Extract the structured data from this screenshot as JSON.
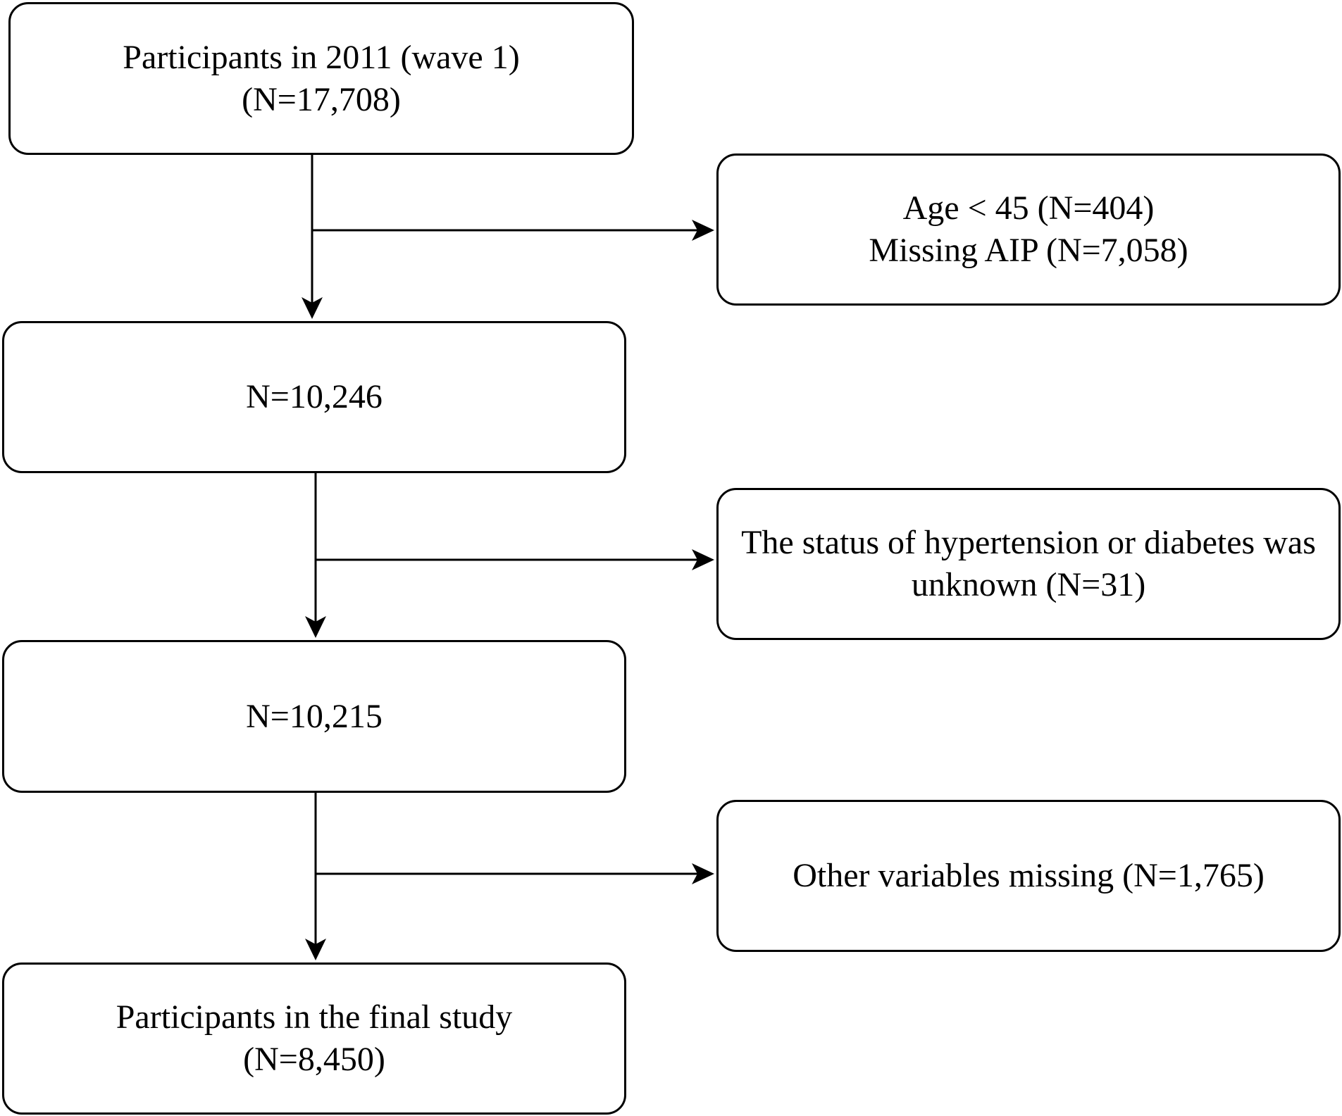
{
  "flowchart": {
    "main_steps": [
      {
        "line1": "Participants in 2011 (wave 1)",
        "line2": "(N=17,708)"
      },
      {
        "line1": "N=10,246"
      },
      {
        "line1": "N=10,215"
      },
      {
        "line1": "Participants in the final study",
        "line2": "(N=8,450)"
      }
    ],
    "exclusions": [
      {
        "line1": "Age < 45 (N=404)",
        "line2": "Missing AIP (N=7,058)"
      },
      {
        "line1": "The status of hypertension or diabetes was",
        "line2": "unknown (N=31)"
      },
      {
        "line1": "Other variables missing (N=1,765)"
      }
    ]
  },
  "colors": {
    "stroke": "#000000",
    "background": "#ffffff"
  }
}
